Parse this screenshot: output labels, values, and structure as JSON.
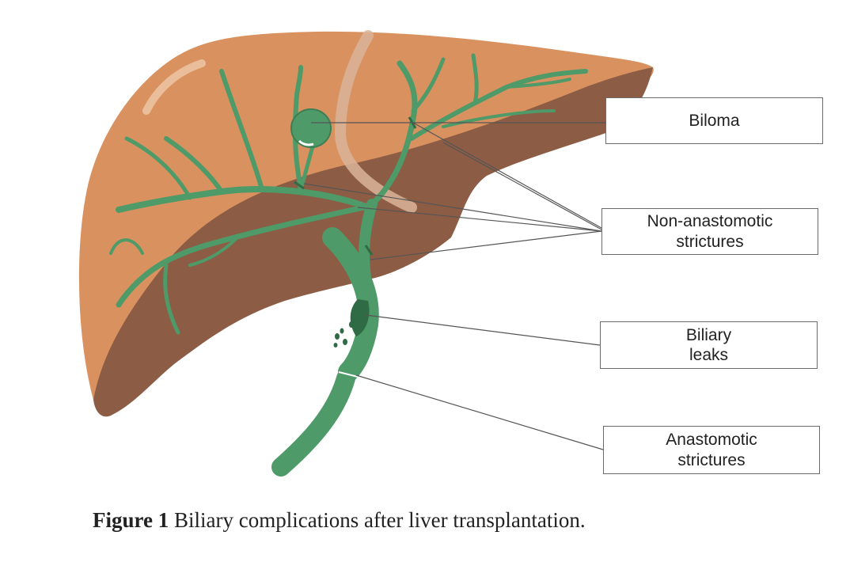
{
  "labels": {
    "biloma": "Biloma",
    "non_anastomotic_line1": "Non-anastomotic",
    "non_anastomotic_line2": "strictures",
    "biliary_leaks_line1": "Biliary",
    "biliary_leaks_line2": "leaks",
    "anastomotic_line1": "Anastomotic",
    "anastomotic_line2": "strictures"
  },
  "caption": {
    "figure_number": "Figure 1",
    "text": "Biliary complications after liver transplantation."
  },
  "colors": {
    "liver_light": "#d9925f",
    "liver_dark": "#8c5c45",
    "bile_duct": "#4e9a68",
    "bile_duct_dark": "#2f6b45",
    "leader_line": "#555555"
  }
}
